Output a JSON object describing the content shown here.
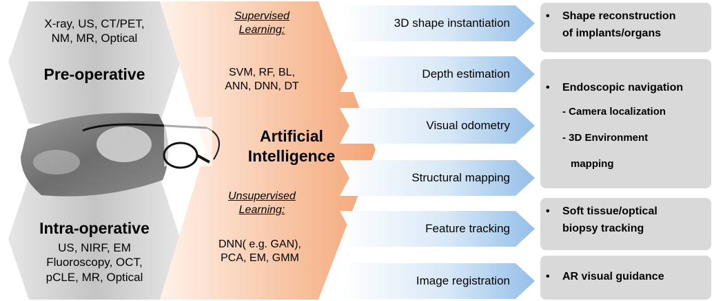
{
  "left": {
    "preop_modalities": [
      "X-ray, US, CT/PET,",
      "NM, MR, Optical"
    ],
    "preop_title": "Pre-operative",
    "intraop_title": "Intra-operative",
    "intraop_modalities": [
      "US, NIRF, EM",
      "Fluoroscopy, OCT,",
      "pCLE, MR, Optical"
    ]
  },
  "middle": {
    "supervised_label": [
      "Supervised",
      "Learning:"
    ],
    "supervised_methods": [
      "SVM, RF, BL,",
      "ANN, DNN, DT"
    ],
    "ai_title": [
      "Artificial",
      "Intelligence"
    ],
    "unsupervised_label": [
      "Unsupervised",
      "Learning:"
    ],
    "unsupervised_methods": [
      "DNN( e.g. GAN),",
      "PCA, EM, GMM"
    ]
  },
  "tasks": [
    "3D shape instantiation",
    "Depth estimation",
    "Visual odometry",
    "Structural mapping",
    "Feature tracking",
    "Image registration"
  ],
  "applications": {
    "shape": {
      "bullet": "•",
      "lines": [
        "Shape reconstruction",
        "of implants/organs"
      ]
    },
    "endo": {
      "bullet": "•",
      "title": "Endoscopic navigation",
      "subs": [
        "- Camera localization",
        "- 3D Environment",
        "mapping"
      ]
    },
    "tissue": {
      "bullet": "•",
      "lines": [
        "Soft tissue/optical",
        "biopsy tracking"
      ]
    },
    "ar": {
      "bullet": "•",
      "lines": [
        "AR visual guidance"
      ]
    }
  },
  "colors": {
    "hexagon_gray": "#c8c8c8",
    "chevron_orange": "#f4b183",
    "arrow_blue": "#9dc3e6",
    "app_box_gray": "#d9d9d9"
  }
}
